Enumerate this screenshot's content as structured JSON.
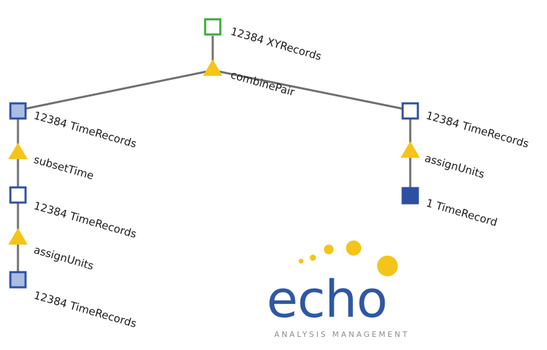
{
  "colors": {
    "edge": "#6f6f6f",
    "node_blue_stroke": "#2b4fa3",
    "node_blue_light_fill": "#a9bde3",
    "node_blue_solid_fill": "#2b4fa3",
    "node_green_stroke": "#3aaa3a",
    "triangle": "#f5c418",
    "logo_blue": "#2e57a5",
    "logo_dot": "#f5c418"
  },
  "nodes": {
    "root": {
      "label": "12384 XYRecords",
      "icon": "green-outline-square"
    },
    "combine": {
      "label": "combinePair",
      "icon": "yellow-triangle"
    },
    "left_top": {
      "label": "12384 TimeRecords",
      "icon": "blue-filled-light-square"
    },
    "left_subset": {
      "label": "subsetTime",
      "icon": "yellow-triangle"
    },
    "left_mid": {
      "label": "12384 TimeRecords",
      "icon": "blue-outline-square"
    },
    "left_assign": {
      "label": "assignUnits",
      "icon": "yellow-triangle"
    },
    "left_bottom": {
      "label": "12384 TimeRecords",
      "icon": "blue-filled-light-square"
    },
    "right_top": {
      "label": "12384 TimeRecords",
      "icon": "blue-outline-square"
    },
    "right_assign": {
      "label": "assignUnits",
      "icon": "yellow-triangle"
    },
    "right_bottom": {
      "label": "1 TimeRecord",
      "icon": "blue-solid-square"
    }
  },
  "logo": {
    "word": "echo",
    "subtitle": "ANALYSIS MANAGEMENT"
  }
}
